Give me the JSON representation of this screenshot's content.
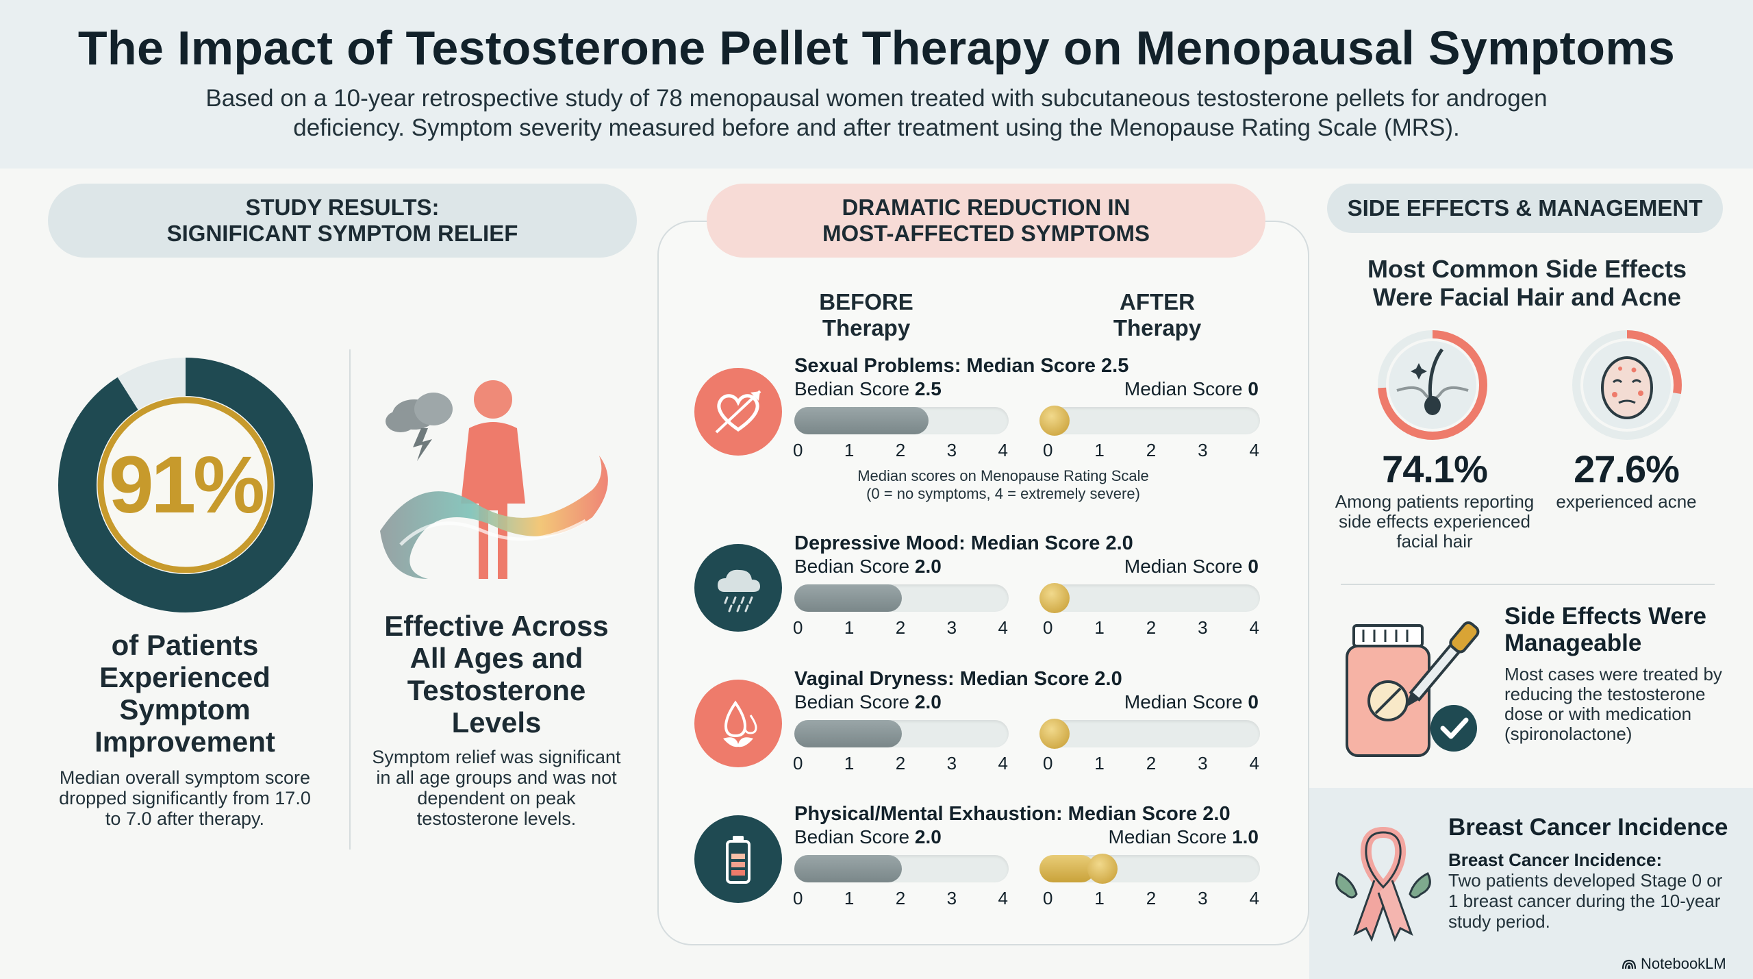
{
  "header": {
    "title": "The Impact of Testosterone Pellet Therapy on Menopausal Symptoms",
    "subtitle_line1": "Based on a 10-year retrospective study of 78 menopausal women treated with subcutaneous testosterone pellets for androgen",
    "subtitle_line2": "deficiency. Symptom severity measured before and after treatment using the Menopause Rating Scale (MRS)."
  },
  "left": {
    "pill_line1": "STUDY RESULTS:",
    "pill_line2": "SIGNIFICANT SYMPTOM RELIEF",
    "percent_value": 91,
    "percent_label": "91%",
    "improve_heading": "of Patients Experienced Symptom Improvement",
    "improve_body": "Median overall symptom score dropped significantly from 17.0 to 7.0 after therapy.",
    "ages_heading": "Effective Across All Ages and Testosterone Levels",
    "ages_body": "Symptom relief was significant in all age groups and was not dependent on peak testosterone levels."
  },
  "middle": {
    "pill_line1": "DRAMATIC REDUCTION IN",
    "pill_line2": "MOST-AFFECTED SYMPTOMS",
    "before_head_1": "BEFORE",
    "before_head_2": "Therapy",
    "after_head_1": "AFTER",
    "after_head_2": "Therapy",
    "scale_note_1": "Median scores on Menopause Rating Scale",
    "scale_note_2": "(0 = no symptoms, 4 = extremely severe)",
    "scale_max": 4,
    "ticks": [
      "0",
      "1",
      "2",
      "3",
      "4"
    ],
    "symptoms": [
      {
        "title": "Sexual Problems: Median Score 2.5",
        "before_label": "Bedian Score",
        "before_value": "2.5",
        "after_label": "Median Score",
        "after_value": "0",
        "before": 2.5,
        "after": 0,
        "icon": "heart-arrow-icon"
      },
      {
        "title": "Depressive Mood: Median Score 2.0",
        "before_label": "Bedian Score",
        "before_value": "2.0",
        "after_label": "Median Score",
        "after_value": "0",
        "before": 2.0,
        "after": 0,
        "icon": "rain-cloud-icon"
      },
      {
        "title": "Vaginal Dryness: Median Score 2.0",
        "before_label": "Bedian Score",
        "before_value": "2.0",
        "after_label": "Median Score",
        "after_value": "0",
        "before": 2.0,
        "after": 0,
        "icon": "water-drop-icon"
      },
      {
        "title": "Physical/Mental Exhaustion: Median Score 2.0",
        "before_label": "Bedian Score",
        "before_value": "2.0",
        "after_label": "Median Score",
        "after_value": "1.0",
        "before": 2.0,
        "after": 1.0,
        "icon": "battery-icon"
      }
    ]
  },
  "right": {
    "pill": "SIDE EFFECTS & MANAGEMENT",
    "heading_1": "Most Common Side Effects",
    "heading_2": "Were Facial Hair and Acne",
    "hair_pct": "74.1%",
    "hair_pct_value": 74.1,
    "hair_note": "Among patients reporting side effects experienced facial hair",
    "acne_pct": "27.6%",
    "acne_pct_value": 27.6,
    "acne_note": "experienced acne",
    "manage_heading": "Side Effects Were Manageable",
    "manage_body": "Most cases were treated by reducing the testosterone dose or with medication (spironolactone)",
    "cancer_heading": "Breast Cancer Incidence",
    "cancer_sub": "Breast Cancer Incidence:",
    "cancer_body": "Two patients developed Stage 0 or 1 breast cancer during the 10-year study period.",
    "brand": "NotebookLM"
  },
  "colors": {
    "teal_dark": "#1f4a52",
    "gold": "#c79a2c",
    "coral": "#ee7b6b",
    "slate": "#7a8789"
  }
}
